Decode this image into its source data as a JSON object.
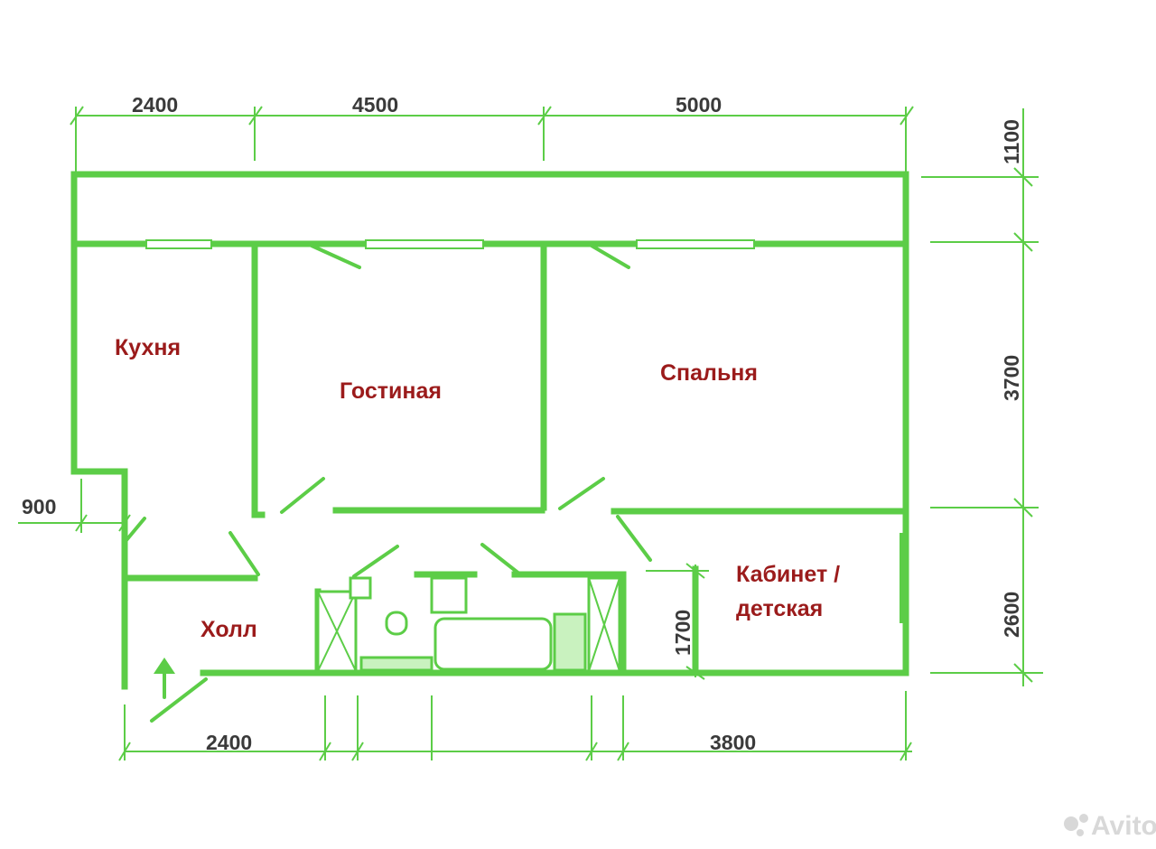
{
  "rooms": {
    "kitchen": "Кухня",
    "living": "Гостиная",
    "bedroom": "Спальня",
    "study_line1": "Кабинет /",
    "study_line2": "детская",
    "hall": "Холл"
  },
  "dimensions": {
    "top": [
      "2400",
      "4500",
      "5000"
    ],
    "right": [
      "1100",
      "3700",
      "2600"
    ],
    "left": "900",
    "inner": "1700",
    "bottom": [
      "2400",
      "3800"
    ]
  },
  "watermark": "Avito",
  "colors": {
    "walls": "#5ccd47",
    "room_labels": "#9b1b1b",
    "dimension_labels": "#3a3a3a"
  }
}
